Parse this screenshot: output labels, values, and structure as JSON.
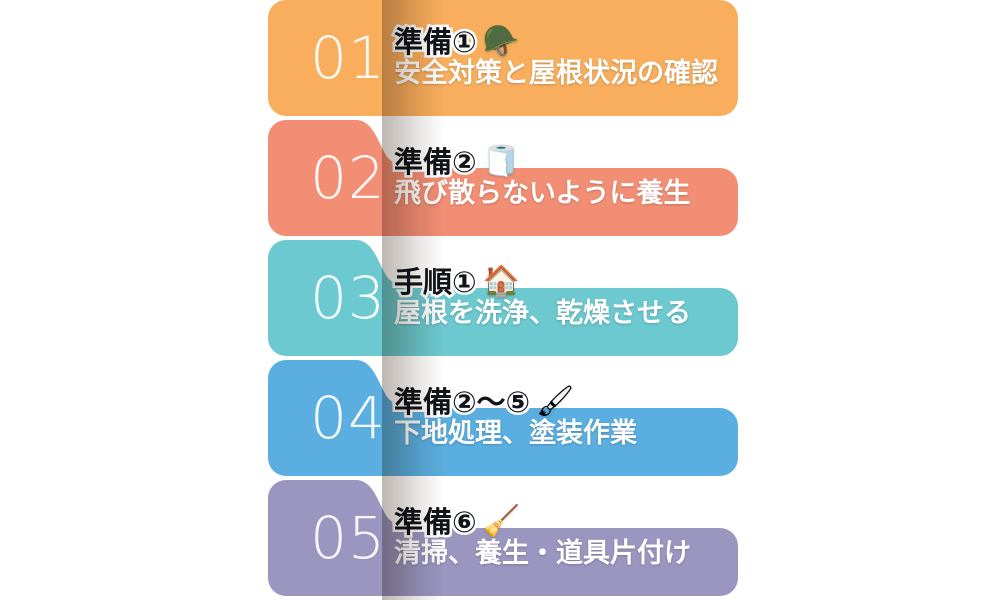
{
  "document": {
    "kind": "step-list-infographic",
    "background_color": "#ffffff",
    "step_count": 5,
    "seam_shadow_color": "#281200"
  },
  "steps": [
    {
      "number": "01",
      "title": "準備①",
      "subtitle": "安全対策と屋根状況の確認",
      "icon": "🪖",
      "icon_name": "hard-hat-icon",
      "color": "#F8AE5C"
    },
    {
      "number": "02",
      "title": "準備②",
      "subtitle": "飛び散らないように養生",
      "icon": "🧻",
      "icon_name": "masking-tape-roll-icon",
      "color": "#F28E74"
    },
    {
      "number": "03",
      "title": "手順①",
      "subtitle": "屋根を洗浄、乾燥させる",
      "icon": "🏠",
      "icon_name": "pressure-washer-house-icon",
      "color": "#6CC9CF"
    },
    {
      "number": "04",
      "title": "準備②〜⑤",
      "subtitle": "下地処理、塗装作業",
      "icon": "🖌",
      "icon_name": "paint-roller-icon",
      "color": "#5BAEE0"
    },
    {
      "number": "05",
      "title": "準備⑥",
      "subtitle": "清掃、養生・道具片付け",
      "icon": "🧹",
      "icon_name": "cleaning-supplies-icon",
      "color": "#9A96C0"
    }
  ]
}
